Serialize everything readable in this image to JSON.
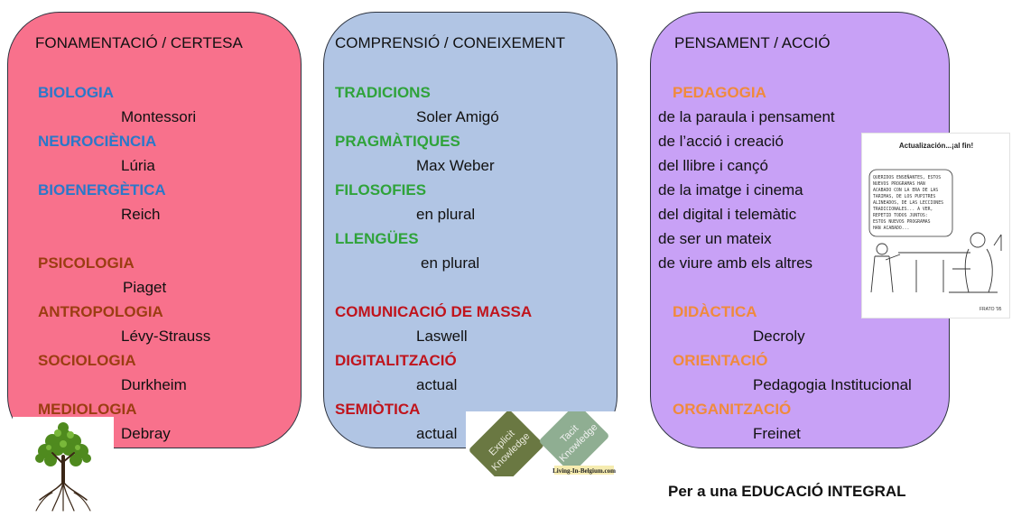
{
  "panel1": {
    "title": "FONAMENTACIÓ / CERTESA",
    "items": [
      {
        "category": "BIOLOGIA",
        "author": "Montessori"
      },
      {
        "category": "NEUROCIÈNCIA",
        "author": "Lúria"
      },
      {
        "category": "BIOENERGÈTICA",
        "author": "Reich"
      },
      {
        "category": "PSICOLOGIA",
        "author": "Piaget"
      },
      {
        "category": "ANTROPOLOGIA",
        "author": "Lévy-Strauss"
      },
      {
        "category": "SOCIOLOGIA",
        "author": "Durkheim"
      },
      {
        "category": "MEDIOLOGIA",
        "author": "Debray"
      }
    ]
  },
  "panel2": {
    "title": "COMPRENSIÓ / CONEIXEMENT",
    "items": [
      {
        "category": "TRADICIONS",
        "detail": "Soler Amigó"
      },
      {
        "category": "PRAGMÀTIQUES",
        "detail": "Max Weber"
      },
      {
        "category": "FILOSOFIES",
        "detail": "en plural"
      },
      {
        "category": "LLENGÜES",
        "detail": "en plural"
      },
      {
        "category": "COMUNICACIÓ DE MASSA",
        "detail": "Laswell"
      },
      {
        "category": "DIGITALITZACIÓ",
        "detail": "actual"
      },
      {
        "category": "SEMIÒTICA",
        "detail": "actual"
      }
    ]
  },
  "panel3": {
    "title": "PENSAMENT / ACCIÓ",
    "pedagogy": {
      "category": "PEDAGOGIA",
      "lines": [
        "de la paraula i pensament",
        "de l’acció i creació",
        "del llibre i cançó",
        "de la imatge i cinema",
        "del digital i telemàtic",
        "de ser un mateix",
        "de viure amb els altres"
      ]
    },
    "items": [
      {
        "category": "DIDÀCTICA",
        "author": "Decroly"
      },
      {
        "category": "ORIENTACIÓ",
        "author": "Pedagogia Institucional"
      },
      {
        "category": "ORGANITZACIÓ",
        "author": "Freinet"
      }
    ]
  },
  "footer": {
    "slogan": "Per a una EDUCACIÓ INTEGRAL"
  },
  "knowledge_image": {
    "explicit": "Explicit Knowledge",
    "tacit": "Tacit Knowledge",
    "source": "Living-In-Belgium.com"
  },
  "comic": {
    "title": "Actualización...¡al fin!",
    "speech": [
      "QUERIDOS ENSEÑANTES, ESTOS",
      "NUEVOS PROGRAMAS HAN",
      "ACABADO CON LA ERA DE LAS",
      "TARIMAS, DE LOS PUPITRES",
      "ALINEADOS, DE LAS LECCIONES",
      "TRADICIONALES... A VER,",
      "REPETID TODOS JUNTOS:",
      "ESTOS NUEVOS PROGRAMAS",
      "HAN ACABADO..."
    ],
    "signature": "FRATO '95"
  },
  "colors": {
    "panel1_bg": "#f8718c",
    "panel2_bg": "#b1c5e4",
    "panel3_bg": "#c8a1f6",
    "blue": "#2a78c9",
    "brown": "#9b3d12",
    "green": "#2fa33a",
    "red": "#c0141c",
    "orange": "#f08a3c"
  },
  "icons": [
    "tree-icon"
  ]
}
